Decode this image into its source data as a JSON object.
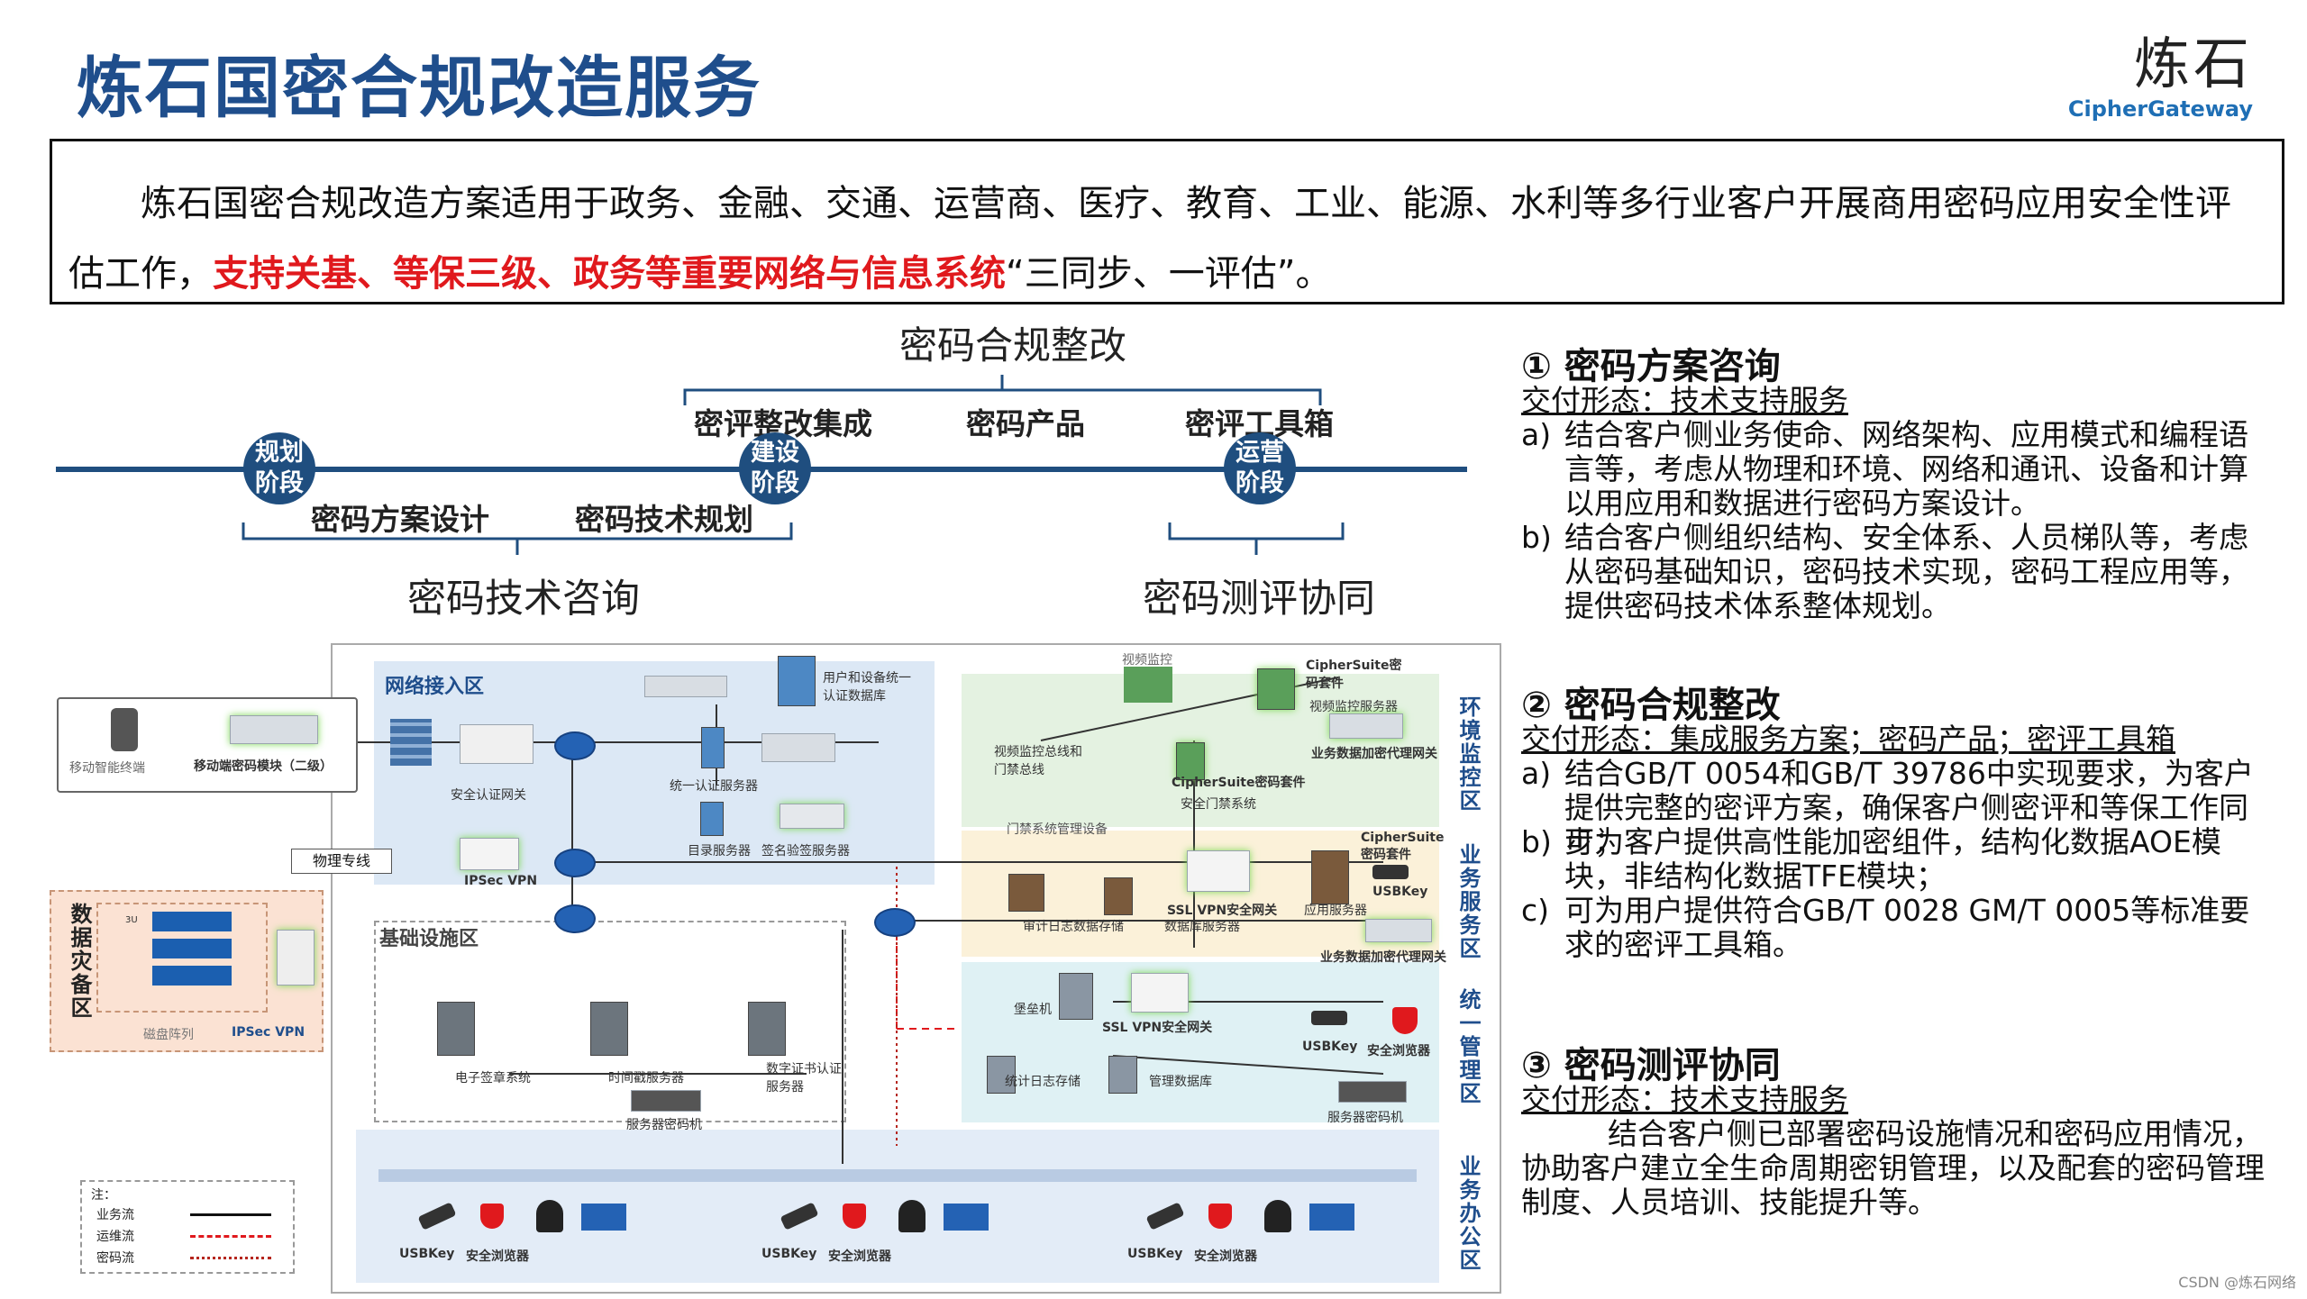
{
  "header": {
    "title": "炼石国密合规改造服务",
    "logo_brand": "炼石",
    "logo_sub": "CipherGateway"
  },
  "intro": {
    "part1": "炼石国密合规改造方案适用于政务、金融、交通、运营商、医疗、教育、工业、能源、水利等多行业客户开展商用密码应用安全性评估工作，",
    "highlight": "支持关基、等保三级、政务等重要网络与信息系统",
    "part2": "“三同步、一评估”。"
  },
  "timeline": {
    "top_title": "密码合规整改",
    "top_items": [
      "密评整改集成",
      "密码产品",
      "密评工具箱"
    ],
    "stages": [
      "规划阶段",
      "建设阶段",
      "运营阶段"
    ],
    "bottom_items": [
      "密码方案设计",
      "密码技术规划"
    ],
    "bottom_left": "密码技术咨询",
    "bottom_right": "密码测评协同"
  },
  "diagram": {
    "zones": {
      "access": "网络接入区",
      "infra": "基础设施区",
      "disaster": "数据灾备区",
      "env": "环境监控区",
      "biz": "业务服务区",
      "mgmt": "统一管理区",
      "office": "业务办公区"
    },
    "nodes": {
      "mobile": "移动智能终端",
      "mobile_module": "移动端密码模块（二级）",
      "sec_gw": "安全认证网关",
      "unified_auth": "统一认证服务器",
      "user_db": "用户和设备统一认证数据库",
      "dir_server": "目录服务器",
      "sign_server": "签名验签服务器",
      "ipsec_vpn": "IPSec VPN",
      "phys_line": "物理专线",
      "disk_array": "磁盘阵列",
      "ipsec_vpn2": "IPSec VPN",
      "esign": "电子签章系统",
      "tsa": "时间戳服务器",
      "ca": "数字证书认证服务器",
      "hsm1": "服务器密码机",
      "video_monitor": "视频监控",
      "video_bus": "视频监控总线和门禁总线",
      "video_server": "视频监控服务器",
      "access_ctrl_dev": "门禁系统管理设备",
      "access_ctrl": "安全门禁系统",
      "ciphersuite1": "CipherSuite密码套件",
      "ciphersuite2": "CipherSuite密码套件",
      "ciphersuite3": "CipherSuite密码套件",
      "biz_proxy1": "业务数据加密代理网关",
      "audit_store": "审计日志数据存储",
      "ssl_vpn1": "SSL VPN安全网关",
      "db_server": "数据库服务器",
      "app_server": "应用服务器",
      "usbkey1": "USBKey",
      "biz_proxy2": "业务数据加密代理网关",
      "bastion": "堡垒机",
      "ssl_vpn2": "SSL VPN安全网关",
      "usbkey2": "USBKey",
      "sec_browser": "安全浏览器",
      "log_store": "统计日志存储",
      "mgmt_db": "管理数据库",
      "hsm2": "服务器密码机",
      "usbkey_o": "USBKey",
      "browser_o": "安全浏览器",
      "rack_3u": "3U"
    },
    "legend": {
      "title": "注：",
      "items": [
        "业务流",
        "运维流",
        "密码流"
      ],
      "colors": [
        "#111111",
        "#e0191d",
        "#b5261e"
      ]
    }
  },
  "right": {
    "sec1": {
      "head": "①   密码方案咨询",
      "deliver": "交付形态：技术支持服务",
      "items": [
        {
          "mark": "a)",
          "text": "结合客户侧业务使命、网络架构、应用模式和编程语言等，考虑从物理和环境、网络和通讯、设备和计算以用应用和数据进行密码方案设计。"
        },
        {
          "mark": "b)",
          "text": "结合客户侧组织结构、安全体系、人员梯队等，考虑从密码基础知识，密码技术实现，密码工程应用等，提供密码技术体系整体规划。"
        }
      ]
    },
    "sec2": {
      "head": "②   密码合规整改",
      "deliver": "交付形态：集成服务方案；密码产品；密评工具箱",
      "items": [
        {
          "mark": "a)",
          "text": "结合GB/T 0054和GB/T 39786中实现要求，为客户提供完整的密评方案，确保客户侧密评和等保工作同步；"
        },
        {
          "mark": "b)",
          "text": "可为客户提供高性能加密组件，结构化数据AOE模块，非结构化数据TFE模块；"
        },
        {
          "mark": "c)",
          "text": "可为用户提供符合GB/T 0028 GM/T 0005等标准要求的密评工具箱。"
        }
      ]
    },
    "sec3": {
      "head": "③   密码测评协同",
      "deliver": "交付形态：技术支持服务",
      "text": "结合客户侧已部署密码设施情况和密码应用情况，协助客户建立全生命周期密钥管理，以及配套的密码管理制度、人员培训、技能提升等。"
    }
  },
  "footer": {
    "watermark": "CSDN @炼石网络"
  },
  "colors": {
    "title_blue": "#1f4e8c",
    "stage_blue": "#1f4e7f",
    "highlight_red": "#e0191d"
  }
}
